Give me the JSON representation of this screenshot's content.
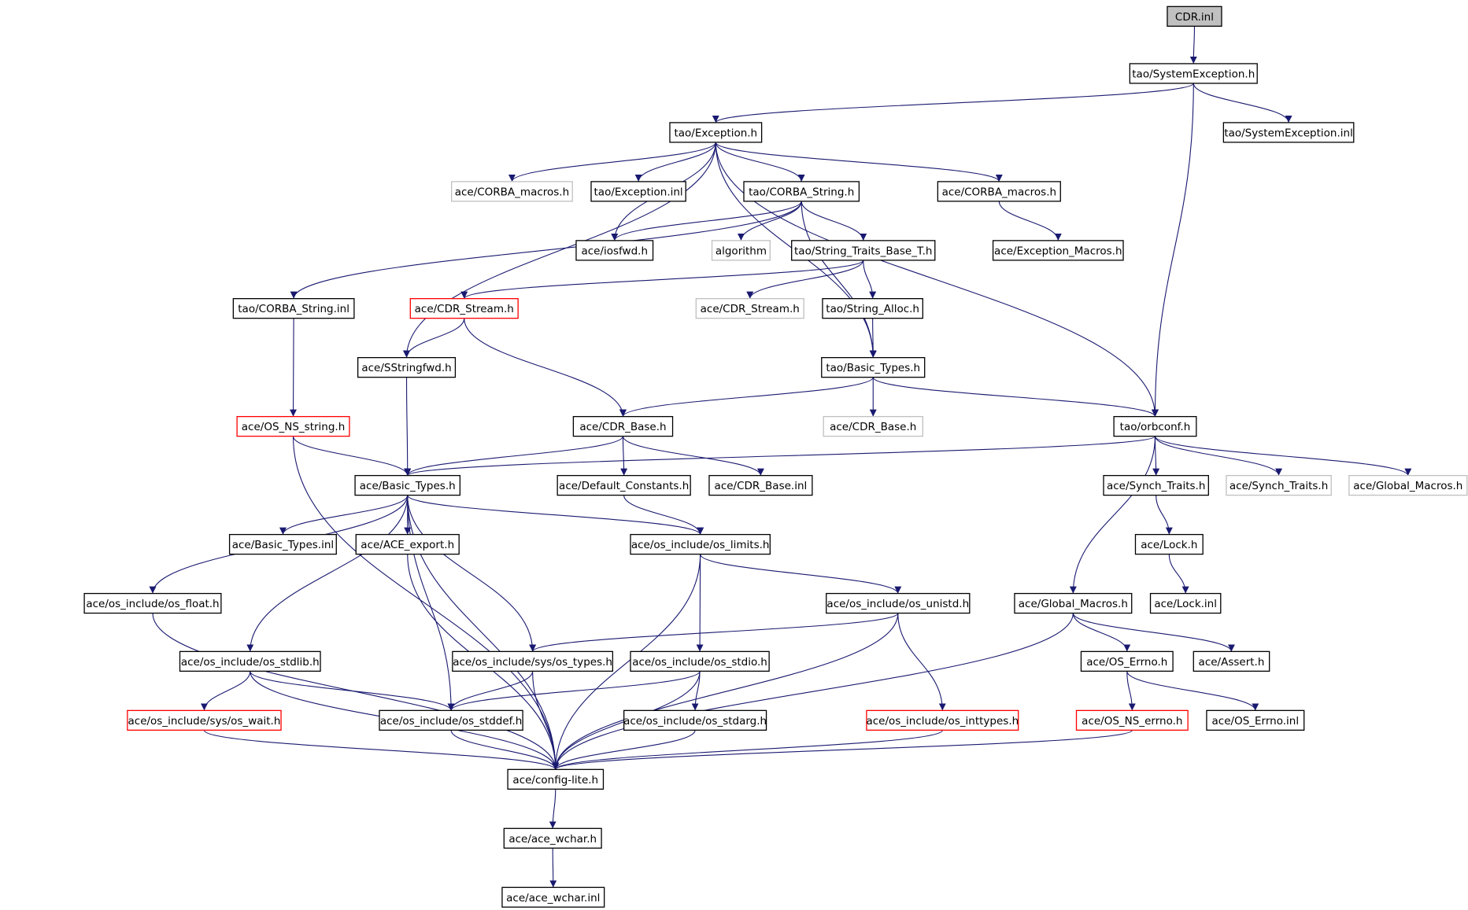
{
  "colors": {
    "edge": "#191970",
    "border": "#000000",
    "gray_border": "#c0c0c0",
    "red_border": "#ff0000",
    "root_fill": "#c0c0c0",
    "fill": "#ffffff"
  },
  "nodes": [
    {
      "id": "cdr_inl",
      "label": "CDR.inl",
      "style": "root"
    },
    {
      "id": "sysexc_h",
      "label": "tao/SystemException.h",
      "style": "normal"
    },
    {
      "id": "exception_h",
      "label": "tao/Exception.h",
      "style": "normal"
    },
    {
      "id": "sysexc_inl",
      "label": "tao/SystemException.inl",
      "style": "normal"
    },
    {
      "id": "corba_macros_gray",
      "label": "ace/CORBA_macros.h",
      "style": "gray"
    },
    {
      "id": "exception_inl",
      "label": "tao/Exception.inl",
      "style": "normal"
    },
    {
      "id": "corba_string_h",
      "label": "tao/CORBA_String.h",
      "style": "normal"
    },
    {
      "id": "corba_macros_h",
      "label": "ace/CORBA_macros.h",
      "style": "normal"
    },
    {
      "id": "iosfwd_h",
      "label": "ace/iosfwd.h",
      "style": "normal"
    },
    {
      "id": "algorithm",
      "label": "algorithm",
      "style": "gray"
    },
    {
      "id": "string_traits",
      "label": "tao/String_Traits_Base_T.h",
      "style": "normal"
    },
    {
      "id": "exception_macros",
      "label": "ace/Exception_Macros.h",
      "style": "normal"
    },
    {
      "id": "corba_string_inl",
      "label": "tao/CORBA_String.inl",
      "style": "normal"
    },
    {
      "id": "cdr_stream_red",
      "label": "ace/CDR_Stream.h",
      "style": "red"
    },
    {
      "id": "cdr_stream_gray",
      "label": "ace/CDR_Stream.h",
      "style": "gray"
    },
    {
      "id": "string_alloc",
      "label": "tao/String_Alloc.h",
      "style": "normal"
    },
    {
      "id": "sstringfwd",
      "label": "ace/SStringfwd.h",
      "style": "normal"
    },
    {
      "id": "tao_basic_types",
      "label": "tao/Basic_Types.h",
      "style": "normal"
    },
    {
      "id": "os_ns_string",
      "label": "ace/OS_NS_string.h",
      "style": "red"
    },
    {
      "id": "cdr_base_h",
      "label": "ace/CDR_Base.h",
      "style": "normal"
    },
    {
      "id": "cdr_base_gray",
      "label": "ace/CDR_Base.h",
      "style": "gray"
    },
    {
      "id": "orbconf",
      "label": "tao/orbconf.h",
      "style": "normal"
    },
    {
      "id": "ace_basic_types",
      "label": "ace/Basic_Types.h",
      "style": "normal"
    },
    {
      "id": "default_constants",
      "label": "ace/Default_Constants.h",
      "style": "normal"
    },
    {
      "id": "cdr_base_inl",
      "label": "ace/CDR_Base.inl",
      "style": "normal"
    },
    {
      "id": "synch_traits_h",
      "label": "ace/Synch_Traits.h",
      "style": "normal"
    },
    {
      "id": "synch_traits_gray",
      "label": "ace/Synch_Traits.h",
      "style": "gray"
    },
    {
      "id": "global_macros_gray",
      "label": "ace/Global_Macros.h",
      "style": "gray"
    },
    {
      "id": "basic_types_inl",
      "label": "ace/Basic_Types.inl",
      "style": "normal"
    },
    {
      "id": "ace_export",
      "label": "ace/ACE_export.h",
      "style": "normal"
    },
    {
      "id": "os_limits",
      "label": "ace/os_include/os_limits.h",
      "style": "normal"
    },
    {
      "id": "lock_h",
      "label": "ace/Lock.h",
      "style": "normal"
    },
    {
      "id": "os_float",
      "label": "ace/os_include/os_float.h",
      "style": "normal"
    },
    {
      "id": "os_unistd",
      "label": "ace/os_include/os_unistd.h",
      "style": "normal"
    },
    {
      "id": "global_macros_h",
      "label": "ace/Global_Macros.h",
      "style": "normal"
    },
    {
      "id": "lock_inl",
      "label": "ace/Lock.inl",
      "style": "normal"
    },
    {
      "id": "os_stdlib",
      "label": "ace/os_include/os_stdlib.h",
      "style": "normal"
    },
    {
      "id": "sys_os_types",
      "label": "ace/os_include/sys/os_types.h",
      "style": "normal"
    },
    {
      "id": "os_stdio",
      "label": "ace/os_include/os_stdio.h",
      "style": "normal"
    },
    {
      "id": "os_errno_h",
      "label": "ace/OS_Errno.h",
      "style": "normal"
    },
    {
      "id": "assert_h",
      "label": "ace/Assert.h",
      "style": "normal"
    },
    {
      "id": "sys_os_wait",
      "label": "ace/os_include/sys/os_wait.h",
      "style": "red"
    },
    {
      "id": "os_stddef",
      "label": "ace/os_include/os_stddef.h",
      "style": "normal"
    },
    {
      "id": "os_stdarg",
      "label": "ace/os_include/os_stdarg.h",
      "style": "normal"
    },
    {
      "id": "os_inttypes",
      "label": "ace/os_include/os_inttypes.h",
      "style": "red"
    },
    {
      "id": "os_ns_errno",
      "label": "ace/OS_NS_errno.h",
      "style": "red"
    },
    {
      "id": "os_errno_inl",
      "label": "ace/OS_Errno.inl",
      "style": "normal"
    },
    {
      "id": "config_lite",
      "label": "ace/config-lite.h",
      "style": "normal"
    },
    {
      "id": "ace_wchar_h",
      "label": "ace/ace_wchar.h",
      "style": "normal"
    },
    {
      "id": "ace_wchar_inl",
      "label": "ace/ace_wchar.inl",
      "style": "normal"
    }
  ],
  "edges": [
    [
      "cdr_inl",
      "sysexc_h"
    ],
    [
      "sysexc_h",
      "exception_h"
    ],
    [
      "sysexc_h",
      "sysexc_inl"
    ],
    [
      "sysexc_h",
      "orbconf"
    ],
    [
      "exception_h",
      "corba_macros_gray"
    ],
    [
      "exception_h",
      "exception_inl"
    ],
    [
      "exception_h",
      "corba_string_h"
    ],
    [
      "exception_h",
      "corba_macros_h"
    ],
    [
      "exception_h",
      "iosfwd_h"
    ],
    [
      "exception_h",
      "sstringfwd"
    ],
    [
      "exception_h",
      "tao_basic_types"
    ],
    [
      "exception_h",
      "orbconf"
    ],
    [
      "corba_string_h",
      "iosfwd_h"
    ],
    [
      "corba_string_h",
      "algorithm"
    ],
    [
      "corba_string_h",
      "string_traits"
    ],
    [
      "corba_string_h",
      "corba_string_inl"
    ],
    [
      "corba_string_h",
      "tao_basic_types"
    ],
    [
      "corba_macros_h",
      "exception_macros"
    ],
    [
      "string_traits",
      "cdr_stream_red"
    ],
    [
      "string_traits",
      "cdr_stream_gray"
    ],
    [
      "string_traits",
      "string_alloc"
    ],
    [
      "string_alloc",
      "tao_basic_types"
    ],
    [
      "corba_string_inl",
      "os_ns_string"
    ],
    [
      "cdr_stream_red",
      "sstringfwd"
    ],
    [
      "cdr_stream_red",
      "cdr_base_h"
    ],
    [
      "sstringfwd",
      "ace_basic_types"
    ],
    [
      "tao_basic_types",
      "cdr_base_h"
    ],
    [
      "tao_basic_types",
      "cdr_base_gray"
    ],
    [
      "tao_basic_types",
      "orbconf"
    ],
    [
      "os_ns_string",
      "ace_basic_types"
    ],
    [
      "os_ns_string",
      "config_lite"
    ],
    [
      "cdr_base_h",
      "ace_basic_types"
    ],
    [
      "cdr_base_h",
      "default_constants"
    ],
    [
      "cdr_base_h",
      "cdr_base_inl"
    ],
    [
      "orbconf",
      "ace_basic_types"
    ],
    [
      "orbconf",
      "synch_traits_h"
    ],
    [
      "orbconf",
      "synch_traits_gray"
    ],
    [
      "orbconf",
      "global_macros_gray"
    ],
    [
      "orbconf",
      "global_macros_h"
    ],
    [
      "ace_basic_types",
      "basic_types_inl"
    ],
    [
      "ace_basic_types",
      "ace_export"
    ],
    [
      "ace_basic_types",
      "os_limits"
    ],
    [
      "ace_basic_types",
      "os_float"
    ],
    [
      "ace_basic_types",
      "os_stdlib"
    ],
    [
      "ace_basic_types",
      "sys_os_types"
    ],
    [
      "ace_basic_types",
      "os_stddef"
    ],
    [
      "ace_basic_types",
      "config_lite"
    ],
    [
      "default_constants",
      "os_limits"
    ],
    [
      "synch_traits_h",
      "lock_h"
    ],
    [
      "lock_h",
      "lock_inl"
    ],
    [
      "ace_export",
      "config_lite"
    ],
    [
      "os_limits",
      "os_unistd"
    ],
    [
      "os_limits",
      "os_stdio"
    ],
    [
      "os_limits",
      "config_lite"
    ],
    [
      "os_float",
      "config_lite"
    ],
    [
      "os_unistd",
      "sys_os_types"
    ],
    [
      "os_unistd",
      "os_inttypes"
    ],
    [
      "os_unistd",
      "config_lite"
    ],
    [
      "global_macros_h",
      "os_errno_h"
    ],
    [
      "global_macros_h",
      "assert_h"
    ],
    [
      "global_macros_h",
      "config_lite"
    ],
    [
      "os_stdlib",
      "sys_os_wait"
    ],
    [
      "os_stdlib",
      "os_stddef"
    ],
    [
      "os_stdlib",
      "config_lite"
    ],
    [
      "sys_os_types",
      "os_stddef"
    ],
    [
      "sys_os_types",
      "config_lite"
    ],
    [
      "os_stdio",
      "os_stddef"
    ],
    [
      "os_stdio",
      "os_stdarg"
    ],
    [
      "os_stdio",
      "config_lite"
    ],
    [
      "os_errno_h",
      "os_ns_errno"
    ],
    [
      "os_errno_h",
      "os_errno_inl"
    ],
    [
      "sys_os_wait",
      "config_lite"
    ],
    [
      "os_stddef",
      "config_lite"
    ],
    [
      "os_stdarg",
      "config_lite"
    ],
    [
      "os_inttypes",
      "config_lite"
    ],
    [
      "os_ns_errno",
      "config_lite"
    ],
    [
      "config_lite",
      "ace_wchar_h"
    ],
    [
      "ace_wchar_h",
      "ace_wchar_inl"
    ]
  ]
}
